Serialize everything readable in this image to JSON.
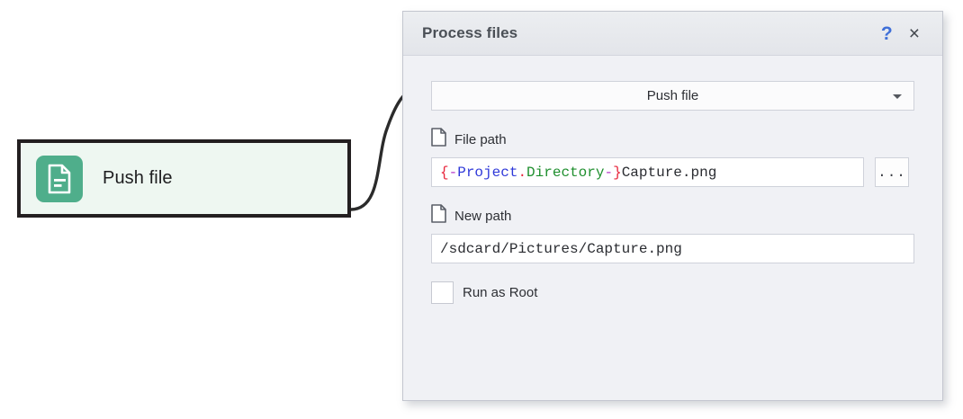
{
  "canvas": {
    "node": {
      "label": "Push file",
      "icon": "document-file-icon",
      "icon_color": "#4fae8b",
      "fill_color": "#eef7f1",
      "border_color": "#231f20"
    },
    "connector": "curved-edge"
  },
  "dialog": {
    "title": "Process files",
    "help_label": "?",
    "close_label": "×",
    "action_select": {
      "value": "Push file",
      "chevron": "chevron-down-icon"
    },
    "fields": [
      {
        "label": "File path",
        "icon": "file-icon",
        "value_tokens": [
          {
            "text": "{",
            "cls": "tok-brace"
          },
          {
            "text": "-",
            "cls": "tok-dash"
          },
          {
            "text": "Project",
            "cls": "tok-ns"
          },
          {
            "text": ".",
            "cls": "tok-dot"
          },
          {
            "text": "Directory",
            "cls": "tok-prop"
          },
          {
            "text": "-",
            "cls": "tok-dash"
          },
          {
            "text": "}",
            "cls": "tok-brace"
          },
          {
            "text": "Capture.png",
            "cls": "tok-plain"
          }
        ],
        "browse_label": "..."
      },
      {
        "label": "New path",
        "icon": "file-icon",
        "value": "/sdcard/Pictures/Capture.png"
      }
    ],
    "checkbox": {
      "label": "Run as Root",
      "checked": false
    }
  },
  "colors": {
    "accent_blue": "#3f6fd8",
    "node_green": "#4fae8b",
    "token_red": "#e8263c",
    "token_magenta": "#b636c8",
    "token_blue": "#2f39d9",
    "token_green": "#1f8f2e",
    "dialog_bg": "#f0f1f5",
    "titlebar_bg": "#e6e8ec"
  }
}
